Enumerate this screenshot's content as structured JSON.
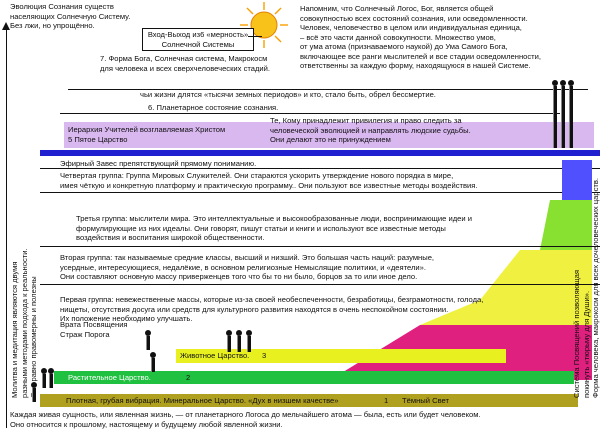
{
  "top_left": "Эволюция Сознания существ\nнаселяющих Солнечную Систему.\nБез лжи, но упрощённо.",
  "gate_label": "Вход-Выход из6 «мерность»\nСолнечной Системы",
  "top_right": "Напомним, что Солнечный Логос, Бог, является общей\nсовокупностью всех состояний сознания, или осведомленности.\nЧеловек, человечество в целом или индивидуальная единица,\n– всё это части данной совокупности. Множество умов,\nот ума атома (признаваемого наукой) до Ума Самого Бога,\nвключающее все ранги мыслителей и все стадии осведомленности,\nответственны за каждую форму, находящуюся в нашей Системе.",
  "level7": "7. Форма Бога, Солнечная система, Макрокосм\nдля человека и всех сверхчеловеческих стадий.",
  "earth_periods": "чьи жизни длятся «тысячи земных периодов» и кто, стало быть, обрел бессмертие.",
  "level6": "6. Планетарное состояние сознания.",
  "hierarchy": "Иерархия Учителей возглавляемая Христом\n5 Пятое Царство",
  "privileged": "Те, Кому принадлежит привилегия и право следить за\nчеловеческой эволюцией и направлять людские судьбы.\nОни делают это не принуждением",
  "ether": "Эфирный Завес препятствующий прямому пониманию.",
  "group4": "Четвертая группа: Группа Мировых Служителей. Они стараются ускорить утверждение нового порядка в мире,\nимея чёткую и конкретную платформу и практическую программу.. Они пользуют все известные методы воздействия.",
  "group3": "Третья группа: мыслители мира. Это интеллектуальные и высокообразованные люди, воспринимающие идеи и\nформулирующие из них идеалы. Они говорят, пишут статьи и книги и используют все известные методы\nвоздействия и воспитания широкой общественности.",
  "group2": "Вторая группа: так называемые средние классы, высший и низший. Это большая часть наций: разумные,\nусердные, интересующиеся, недалёкие, в основном религиозные   Немыслящие политики, и «деятели».\nОни составляют основную массу привержeнцев того что бы то ни было, борцов за то или иное дело.",
  "group1": "Первая группа: невежественные массы, которые из-за своей необеспеченности, безработицы, безграмотности, голода,\nнищеты, отсутствия досуга или средств для культурного развития находятся в очень неспокойном состоянии.\nИх положение необходимо улучшать.",
  "gates": "Врата   Посвящения\nСтраж Порога",
  "animal": "Животное Царство.",
  "animal_num": "3",
  "plant": "Растительное Царство.",
  "plant_num": "2",
  "mineral": "Плотная, грубая вибрация. Минеральное Царство. «Дух в низшем качестве»",
  "mineral_num": "1",
  "dark_light": "Тёмный Свет",
  "bottom": "Каждая живая сущность, или явленная жизнь, — от планетарного Логоса до мельчайшего атома — была, есть или будет человеком.\nОно относится к прошлому, настоящему и будущему любой явленной жизни.",
  "left_vertical": "Молитва и медитация являются двумя\nразными методами подхода к реальности.\nОни равно правомерны и полезны",
  "right_vertical": "Система Посвящений позволяющая\nпокинуть «тюрьму для Души».\nФорма человека, макрокосм для всех дочеловеческих царств.",
  "colors": {
    "sun": "#f7b21c",
    "lavender": "#d9b8f0",
    "ether": "#2020d0",
    "pink": "#e0207f",
    "green_band": "#20c040",
    "yellow_band": "#e8f020",
    "olive_band": "#b0a020"
  }
}
